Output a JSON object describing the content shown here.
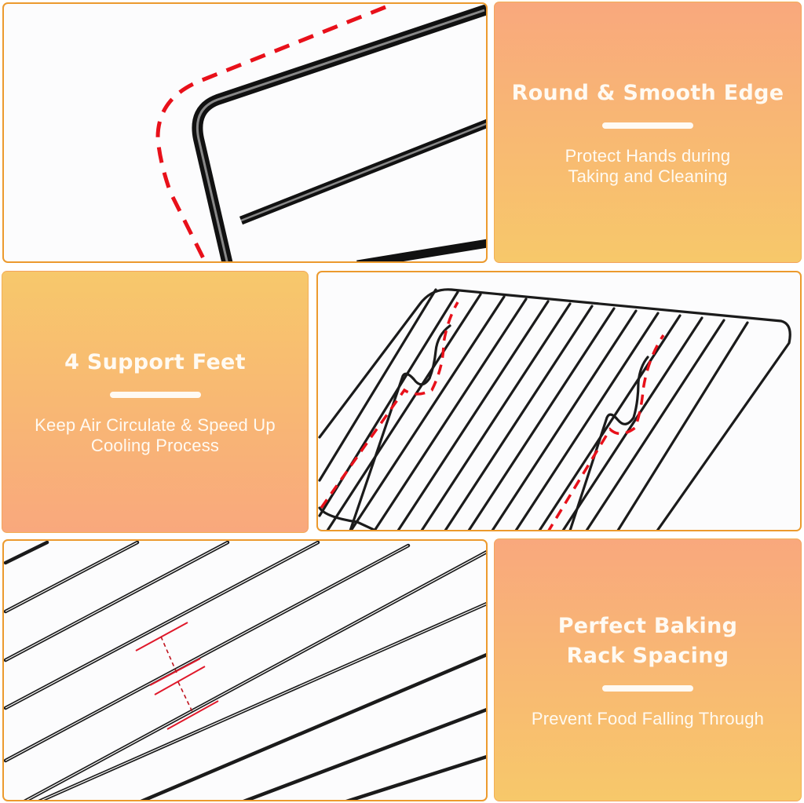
{
  "panels": {
    "round_edge": {
      "title": "Round & Smooth Edge",
      "description_line1": "Protect Hands during",
      "description_line2": "Taking and Cleaning"
    },
    "support_feet": {
      "title": "4 Support Feet",
      "description_line1": "Keep Air Circulate & Speed Up",
      "description_line2": "Cooling Process"
    },
    "rack_spacing": {
      "title_line1": "Perfect Baking",
      "title_line2": "Rack Spacing",
      "description_line1": "Prevent Food Falling Through"
    }
  },
  "colors": {
    "panel_border": "#ec9a2e",
    "gradient_salmon": "#f9a87d",
    "gradient_yellow": "#f7c86a",
    "highlight_red": "#e8101a",
    "wire": "#1a1a1a",
    "text": "#fffaf2"
  }
}
